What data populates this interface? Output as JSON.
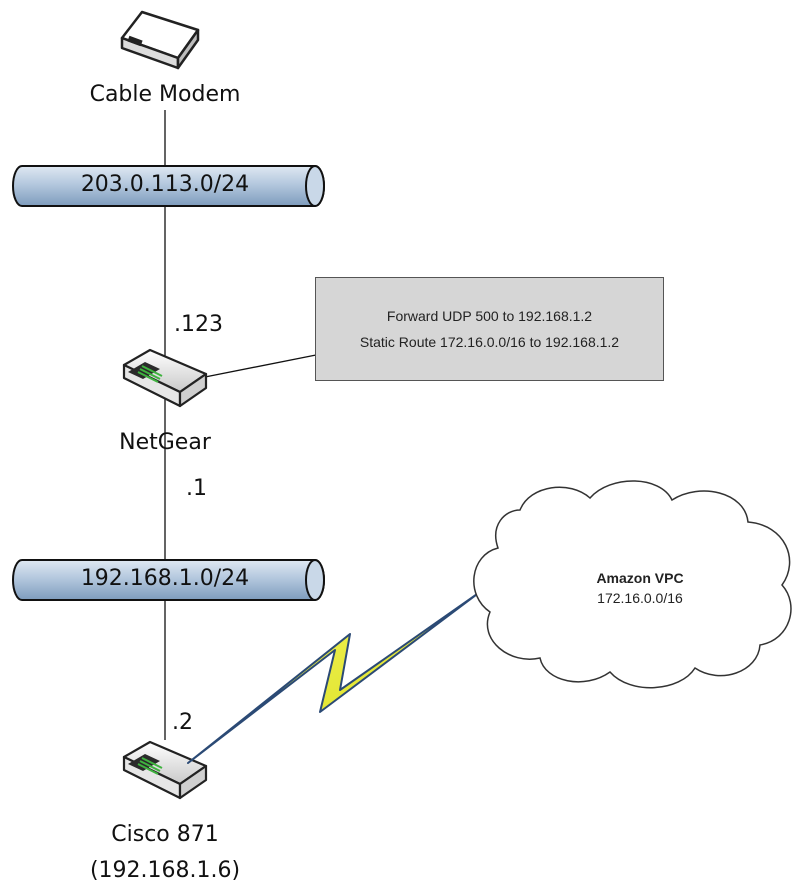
{
  "devices": {
    "modem": {
      "label": "Cable Modem",
      "icon": "cable-modem-icon"
    },
    "netgear": {
      "label": "NetGear",
      "icon": "router-icon",
      "ip_upstream": ".123",
      "ip_downstream": ".1"
    },
    "cisco": {
      "label": "Cisco 871",
      "ip_line": "(192.168.1.6)",
      "ip_upstream": ".2",
      "icon": "router-icon"
    }
  },
  "networks": {
    "wan": "203.0.113.0/24",
    "lan": "192.168.1.0/24"
  },
  "note": {
    "line1": "Forward UDP 500 to 192.168.1.2",
    "line2": "Static Route 172.16.0.0/16 to 192.168.1.2"
  },
  "cloud": {
    "title": "Amazon VPC",
    "subnet": "172.16.0.0/16"
  },
  "colors": {
    "pipe_fill": "#b4c8de",
    "pipe_stroke": "#111111",
    "note_fill": "#d6d6d6",
    "vpn_bolt": "#eef016",
    "vpn_bolt_edge": "#2b4a75"
  }
}
